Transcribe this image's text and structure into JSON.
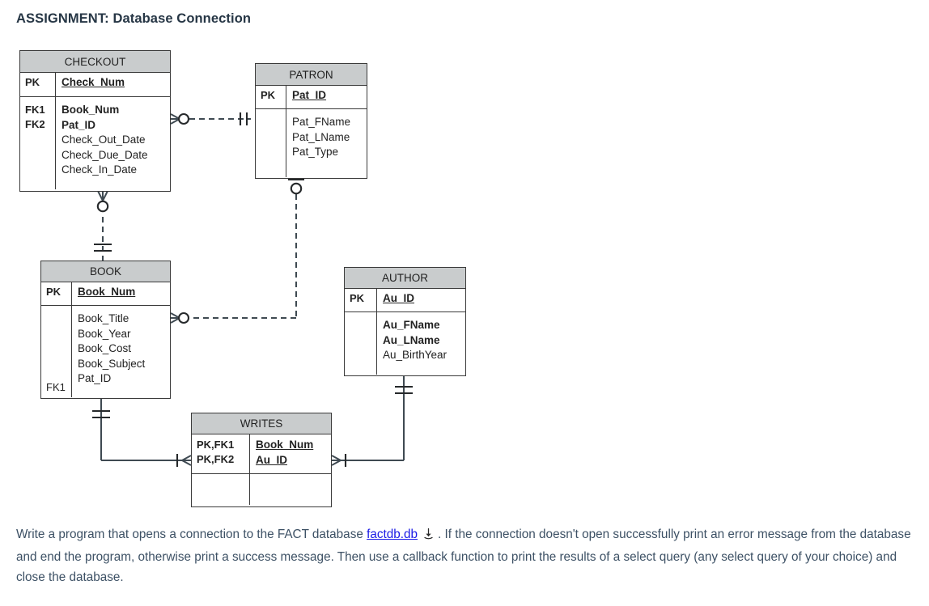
{
  "page": {
    "title": "ASSIGNMENT: Database Connection"
  },
  "diagram": {
    "type": "entity-relationship-diagram",
    "entities": [
      {
        "id": "checkout",
        "name": "CHECKOUT",
        "pk_section": {
          "keys": [
            "PK"
          ],
          "attributes": [
            "Check_Num"
          ]
        },
        "attr_section": {
          "keys": [
            "FK1",
            "FK2"
          ],
          "attributes": [
            {
              "text": "Book_Num",
              "bold": true
            },
            {
              "text": "Pat_ID",
              "bold": true
            },
            {
              "text": "Check_Out_Date",
              "bold": false
            },
            {
              "text": "Check_Due_Date",
              "bold": false
            },
            {
              "text": "Check_In_Date",
              "bold": false
            }
          ]
        }
      },
      {
        "id": "patron",
        "name": "PATRON",
        "pk_section": {
          "keys": [
            "PK"
          ],
          "attributes": [
            "Pat_ID"
          ]
        },
        "attr_section": {
          "keys": [],
          "attributes": [
            {
              "text": "Pat_FName",
              "bold": false
            },
            {
              "text": "Pat_LName",
              "bold": false
            },
            {
              "text": "Pat_Type",
              "bold": false
            }
          ]
        }
      },
      {
        "id": "book",
        "name": "BOOK",
        "pk_section": {
          "keys": [
            "PK"
          ],
          "attributes": [
            "Book_Num"
          ]
        },
        "attr_section": {
          "keys": [
            "FK1"
          ],
          "attributes": [
            {
              "text": "Book_Title",
              "bold": false
            },
            {
              "text": "Book_Year",
              "bold": false
            },
            {
              "text": "Book_Cost",
              "bold": false
            },
            {
              "text": "Book_Subject",
              "bold": false
            },
            {
              "text": "Pat_ID",
              "bold": false
            }
          ]
        }
      },
      {
        "id": "author",
        "name": "AUTHOR",
        "pk_section": {
          "keys": [
            "PK"
          ],
          "attributes": [
            "Au_ID"
          ]
        },
        "attr_section": {
          "keys": [],
          "attributes": [
            {
              "text": "Au_FName",
              "bold": true
            },
            {
              "text": "Au_LName",
              "bold": true
            },
            {
              "text": "Au_BirthYear",
              "bold": false
            }
          ]
        }
      },
      {
        "id": "writes",
        "name": "WRITES",
        "pk_section": {
          "keys": [
            "PK,FK1",
            "PK,FK2"
          ],
          "attributes": [
            "Book_Num",
            "Au_ID"
          ]
        },
        "attr_section": {
          "keys": [],
          "attributes": []
        }
      }
    ],
    "relationships": [
      {
        "from": "CHECKOUT",
        "to": "PATRON",
        "line": "dashed",
        "from_cardinality": "zero-or-many",
        "to_cardinality": "one-and-only-one"
      },
      {
        "from": "CHECKOUT",
        "to": "BOOK",
        "line": "dashed",
        "from_cardinality": "zero-or-many",
        "to_cardinality": "one-and-only-one"
      },
      {
        "from": "PATRON",
        "to": "BOOK",
        "line": "dashed",
        "from_cardinality": "zero-or-one",
        "to_cardinality": "zero-or-many"
      },
      {
        "from": "BOOK",
        "to": "WRITES",
        "line": "solid",
        "from_cardinality": "one-and-only-one",
        "to_cardinality": "one-or-many"
      },
      {
        "from": "AUTHOR",
        "to": "WRITES",
        "line": "solid",
        "from_cardinality": "one-and-only-one",
        "to_cardinality": "one-or-many"
      }
    ],
    "colors": {
      "header_fill": "#c9cccd",
      "border": "#3a3a3a",
      "line": "#3f4a52"
    }
  },
  "prompt": {
    "part1": "Write a program that opens a connection to the FACT database ",
    "link_label": "factdb.db",
    "download_icon": "download-icon",
    "part2": ". If the connection doesn't open successfully print an error message from the database and end the program, otherwise print a success message. Then use a callback function to print the results of a select query (any select query of your choice) and close the database.",
    "link_color": "#1a1ae6",
    "text_color": "#3d5165"
  }
}
